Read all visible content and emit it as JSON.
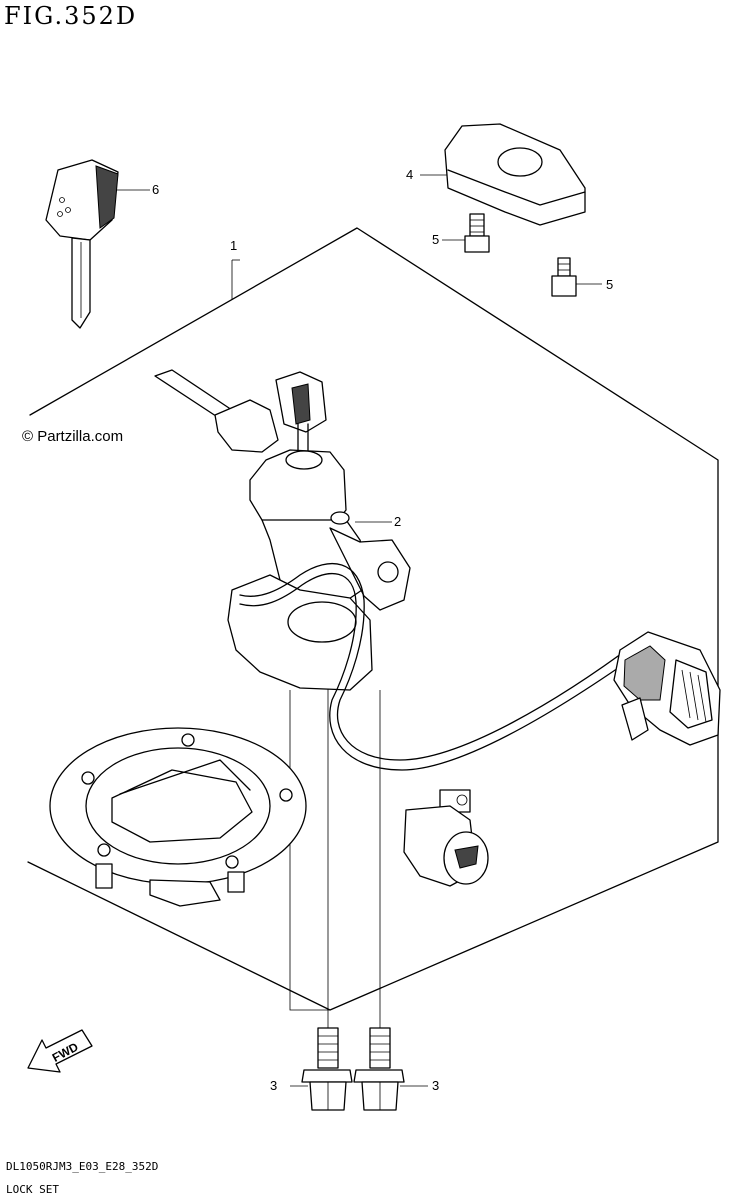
{
  "figure": {
    "title": "FIG.352D"
  },
  "watermark": {
    "text": "© Partzilla.com"
  },
  "callouts": [
    {
      "id": "c1",
      "number": "1"
    },
    {
      "id": "c2",
      "number": "2"
    },
    {
      "id": "c3a",
      "number": "3"
    },
    {
      "id": "c3b",
      "number": "3"
    },
    {
      "id": "c4",
      "number": "4"
    },
    {
      "id": "c5a",
      "number": "5"
    },
    {
      "id": "c5b",
      "number": "5"
    },
    {
      "id": "c6",
      "number": "6"
    }
  ],
  "fwd_arrow": {
    "label": "FWD"
  },
  "footer": {
    "model_code": "DL1050RJM3_E03_E28_352D",
    "caption": "LOCK SET"
  }
}
